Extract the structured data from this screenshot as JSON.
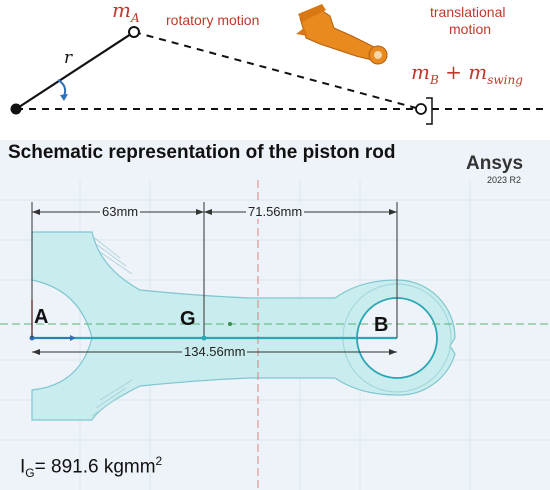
{
  "top": {
    "mass_a": "m",
    "mass_a_sub": "A",
    "rotatory_label": "rotatory motion",
    "radius_label": "r",
    "translational_line1": "translational",
    "translational_line2": "motion",
    "mass_b": "m",
    "mass_b_sub": "B",
    "plus": " + m",
    "mass_swing_sub": "swing"
  },
  "panel": {
    "title": "Schematic representation of the piston rod",
    "brand": "Ansys",
    "version": "2023 R2",
    "dim_left": "63mm",
    "dim_right": "71.56mm",
    "dim_total": "134.56mm",
    "point_a": "A",
    "point_g": "G",
    "point_b": "B",
    "inertia_main": "I",
    "inertia_sub": "G",
    "inertia_value": "= 891.6 kgmm",
    "inertia_exp": "2"
  },
  "colors": {
    "accent_red": "#c0392b",
    "rod_fill": "#c9ecee",
    "rod_stroke": "#2aa6b5",
    "panel_bg": "#eef3f9"
  }
}
